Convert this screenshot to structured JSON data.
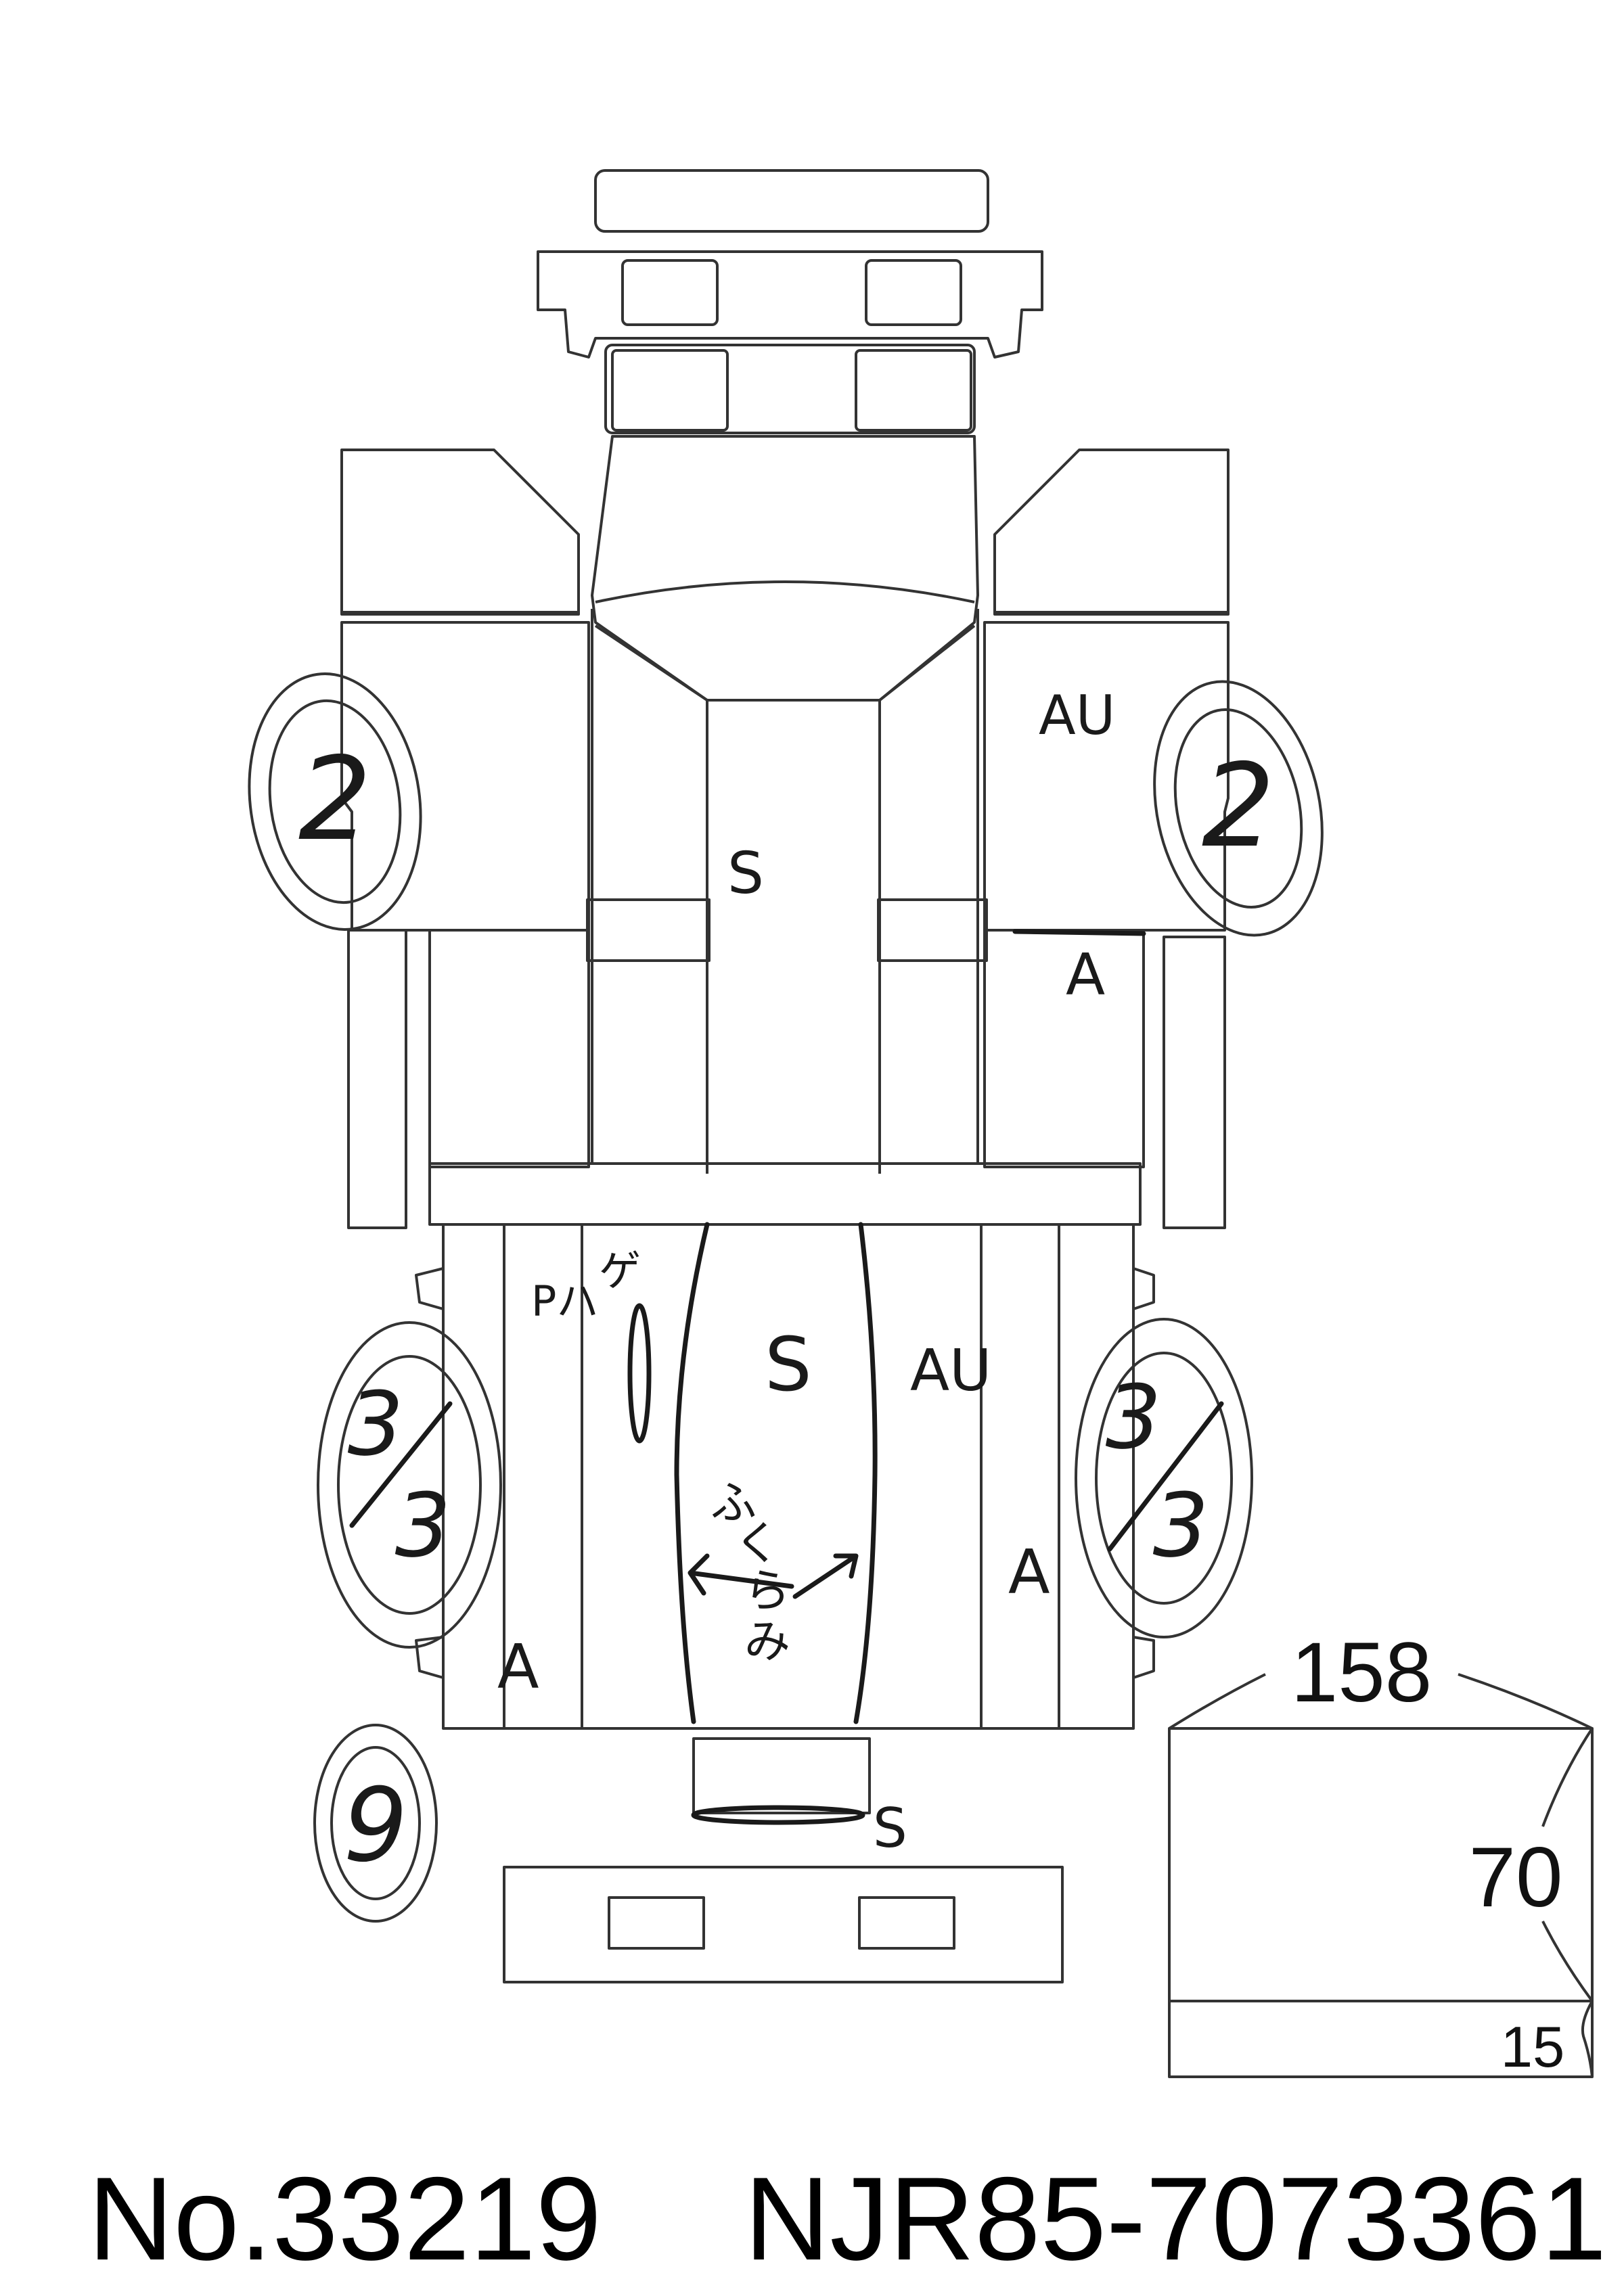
{
  "wheels": {
    "front_left": "2",
    "front_right": "2",
    "rear_left_top": "3",
    "rear_left_bottom": "3",
    "rear_right_top": "3",
    "rear_right_bottom": "3",
    "spare": "9"
  },
  "damage_marks": {
    "front_right_fender": "AU",
    "cab_roof": "S",
    "right_door": "A",
    "bed_left_top_line1": "Pハ",
    "bed_left_top_line2": "ゲ",
    "bed_floor": "S",
    "bed_right_side": "AU",
    "bed_right_lower": "A",
    "bed_left_lower": "A",
    "bulge_chars": [
      "ふ",
      "く",
      "ら",
      "み"
    ],
    "rear_step": "S"
  },
  "bed_dimensions": {
    "length": "158",
    "height": "70",
    "lower": "15"
  },
  "footer": {
    "number": "No.33219",
    "chassis": "NJR85-7073361"
  }
}
